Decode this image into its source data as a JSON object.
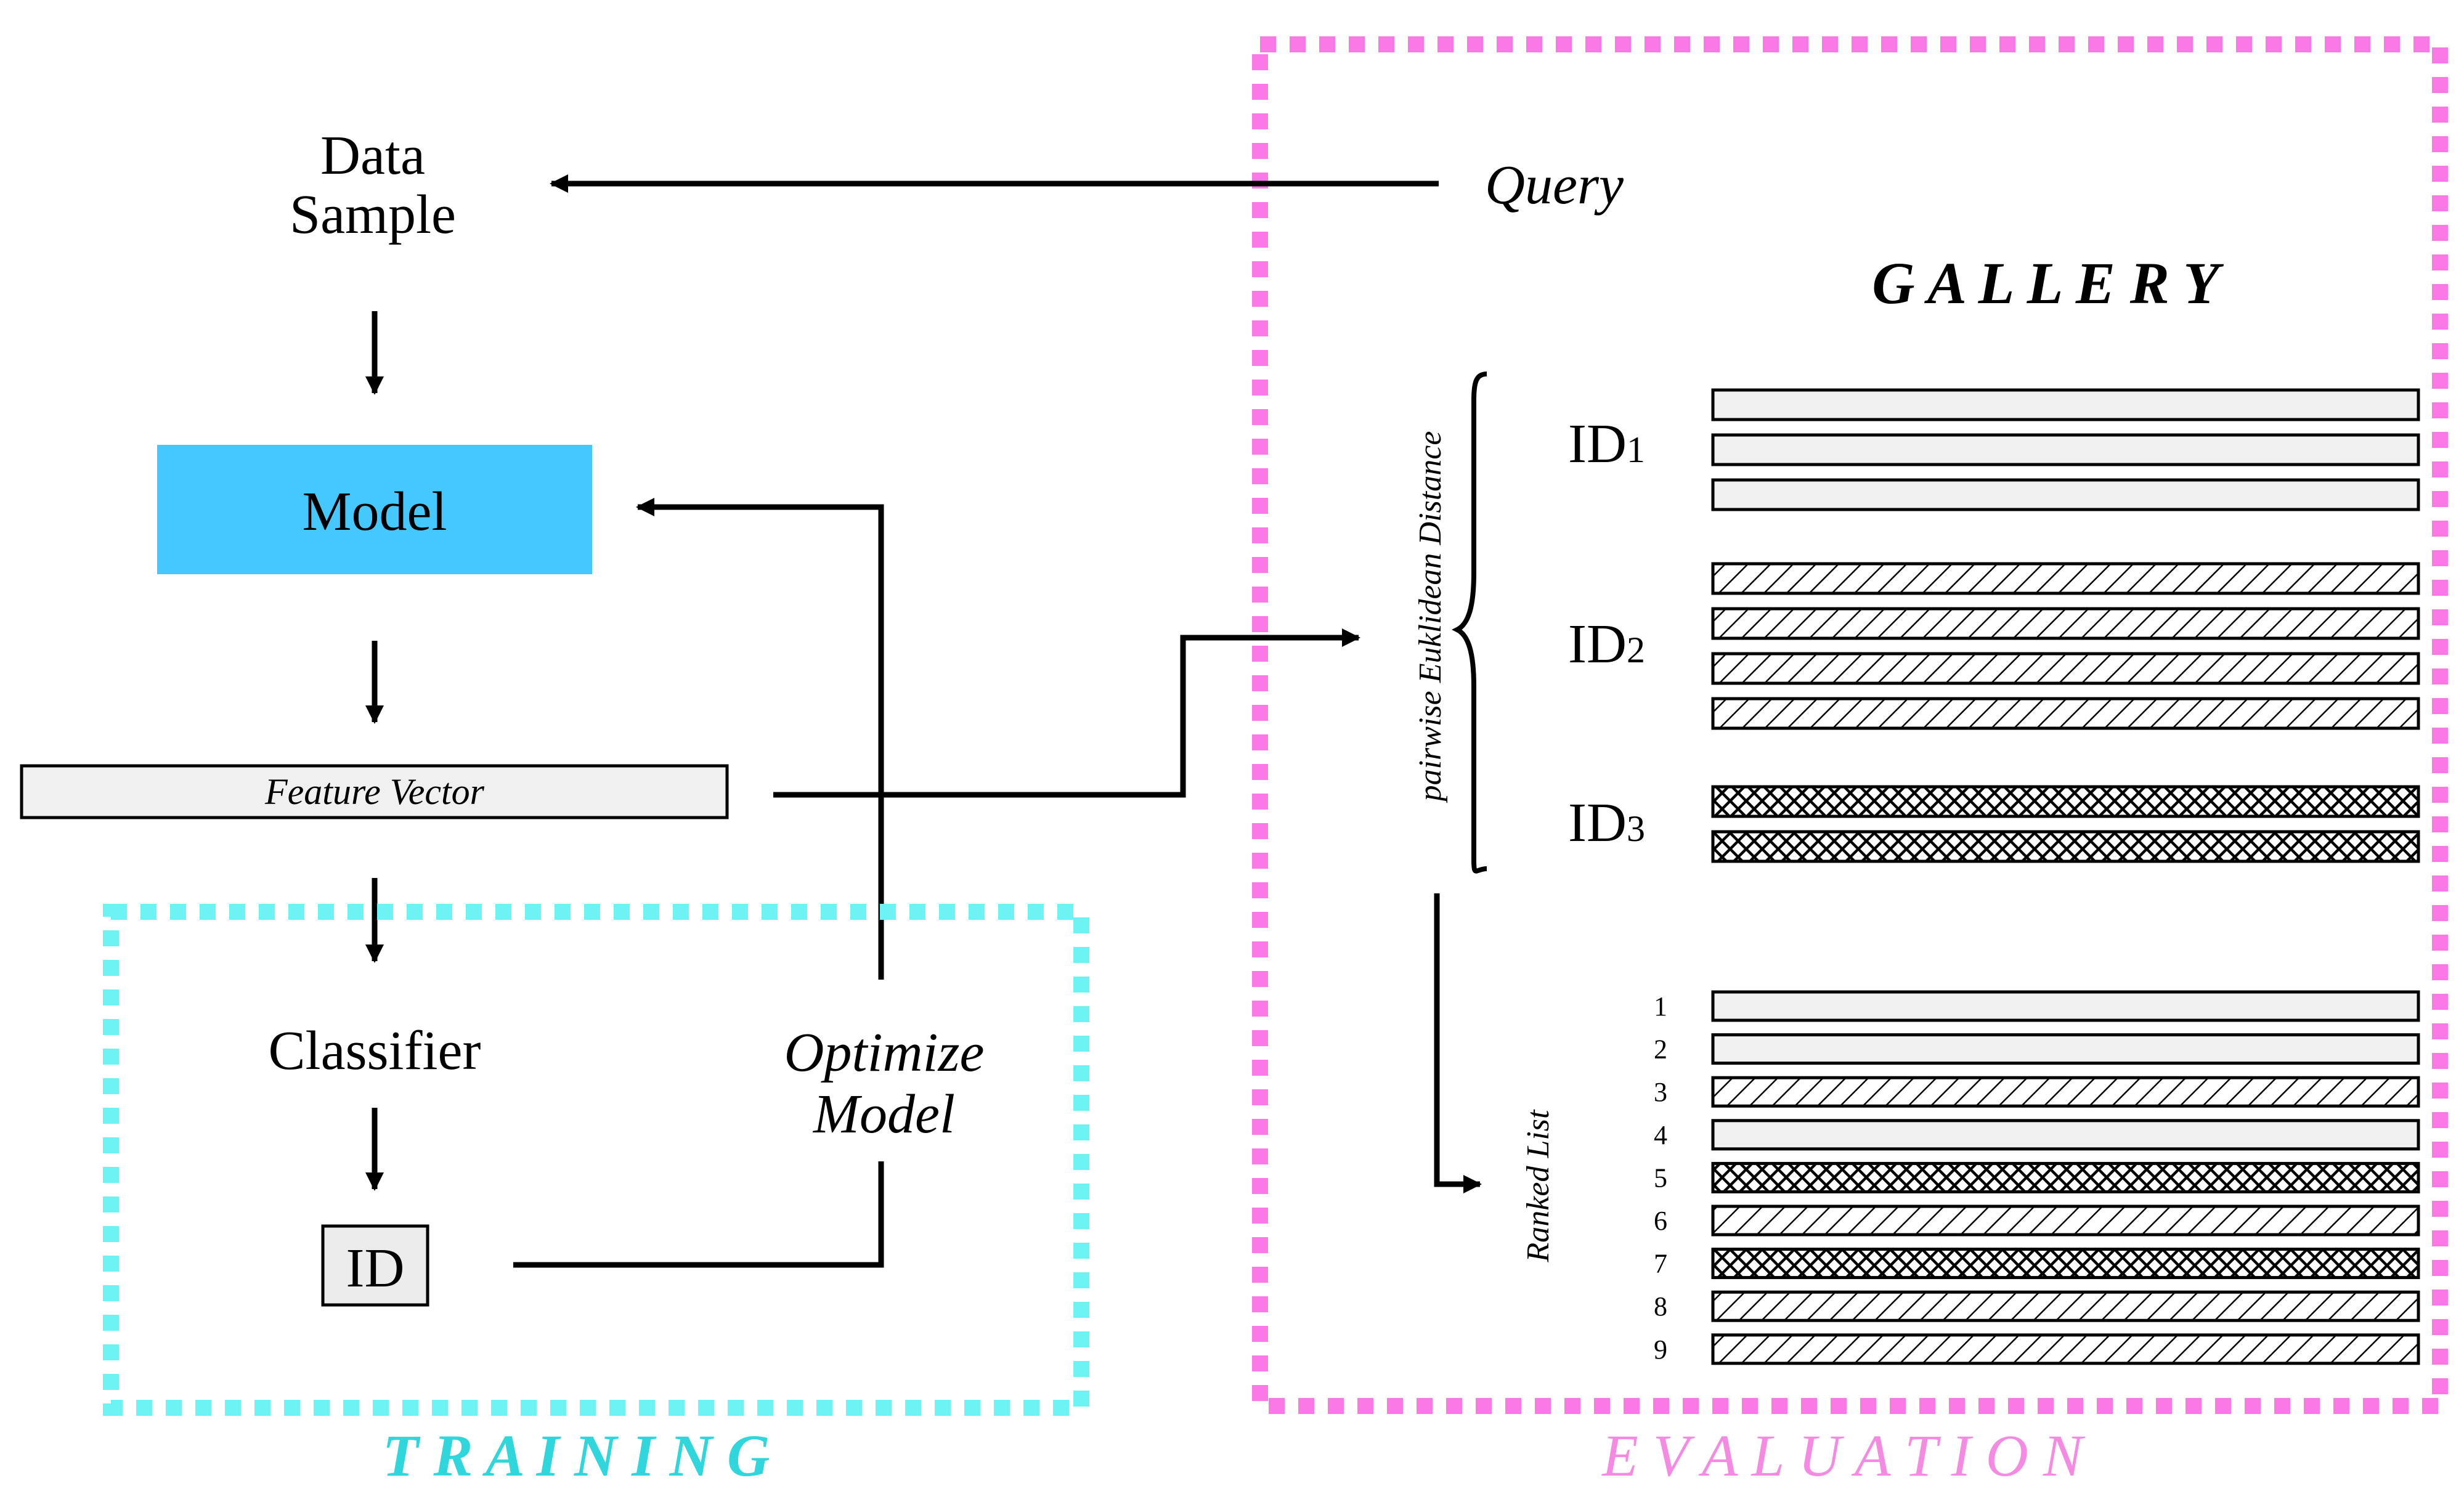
{
  "training": {
    "data_sample_line1": "Data",
    "data_sample_line2": "Sample",
    "model": "Model",
    "feature_vector": "Feature Vector",
    "classifier": "Classifier",
    "id": "ID",
    "optimize_line1": "Optimize",
    "optimize_line2": "Model",
    "section_label": "T R A I N I N G"
  },
  "evaluation": {
    "query": "Query",
    "gallery_title": "G A L L E R Y",
    "distance_label": "pairwise Euklidean Distance",
    "ranked_label": "Ranked List",
    "section_label": "E V A L U A T I O N",
    "groups": [
      {
        "label": "ID",
        "sub": "1",
        "pattern": "plain",
        "count": 3
      },
      {
        "label": "ID",
        "sub": "2",
        "pattern": "diagonal",
        "count": 4
      },
      {
        "label": "ID",
        "sub": "3",
        "pattern": "cross",
        "count": 2
      }
    ],
    "ranked": [
      {
        "rank": "1",
        "pattern": "plain"
      },
      {
        "rank": "2",
        "pattern": "plain"
      },
      {
        "rank": "3",
        "pattern": "diagonal"
      },
      {
        "rank": "4",
        "pattern": "plain"
      },
      {
        "rank": "5",
        "pattern": "cross"
      },
      {
        "rank": "6",
        "pattern": "diagonal"
      },
      {
        "rank": "7",
        "pattern": "cross"
      },
      {
        "rank": "8",
        "pattern": "diagonal"
      },
      {
        "rank": "9",
        "pattern": "diagonal"
      }
    ]
  },
  "colors": {
    "model_fill": "#45c8fd",
    "training_border": "#6ef3f5",
    "training_label": "#2fd7dc",
    "evaluation_border": "#fa79e6",
    "evaluation_label": "#f58ae3",
    "bar_fill": "#f0f0f0"
  }
}
